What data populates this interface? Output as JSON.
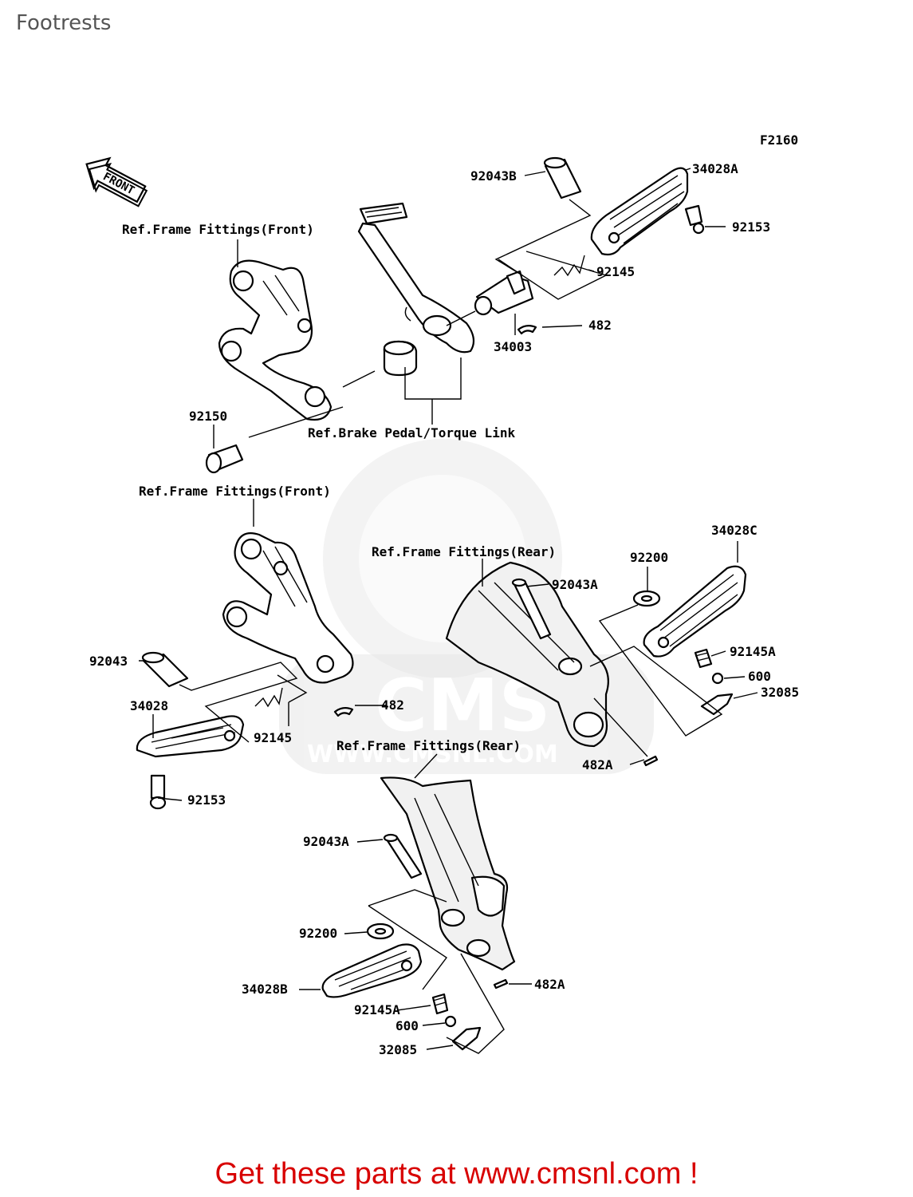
{
  "page": {
    "title": "Footrests"
  },
  "diagram": {
    "figure_code": "F2160",
    "front_arrow_label": "FRONT",
    "watermark": {
      "brand": "CMS",
      "url": "WWW.CMSNL.COM"
    },
    "labels": [
      {
        "id": "ref-front-top",
        "text": "Ref.Frame Fittings(Front)"
      },
      {
        "id": "ref-brake",
        "text": "Ref.Brake Pedal/Torque Link"
      },
      {
        "id": "ref-front-mid",
        "text": "Ref.Frame Fittings(Front)"
      },
      {
        "id": "ref-rear-mid",
        "text": "Ref.Frame Fittings(Rear)"
      },
      {
        "id": "ref-rear-low",
        "text": "Ref.Frame Fittings(Rear)"
      },
      {
        "id": "p92043B",
        "text": "92043B"
      },
      {
        "id": "p34028A",
        "text": "34028A"
      },
      {
        "id": "p92153-top",
        "text": "92153"
      },
      {
        "id": "p92145-top",
        "text": "92145"
      },
      {
        "id": "p482-top",
        "text": "482"
      },
      {
        "id": "p34003",
        "text": "34003"
      },
      {
        "id": "p92150",
        "text": "92150"
      },
      {
        "id": "p34028C",
        "text": "34028C"
      },
      {
        "id": "p92200-right",
        "text": "92200"
      },
      {
        "id": "p92043A-right",
        "text": "92043A"
      },
      {
        "id": "p92145A-right",
        "text": "92145A"
      },
      {
        "id": "p600-right",
        "text": "600"
      },
      {
        "id": "p32085-right",
        "text": "32085"
      },
      {
        "id": "p482A-right",
        "text": "482A"
      },
      {
        "id": "p92043",
        "text": "92043"
      },
      {
        "id": "p34028",
        "text": "34028"
      },
      {
        "id": "p92145-left",
        "text": "92145"
      },
      {
        "id": "p482-left",
        "text": "482"
      },
      {
        "id": "p92153-left",
        "text": "92153"
      },
      {
        "id": "p92043A-low",
        "text": "92043A"
      },
      {
        "id": "p92200-low",
        "text": "92200"
      },
      {
        "id": "p34028B",
        "text": "34028B"
      },
      {
        "id": "p482A-low",
        "text": "482A"
      },
      {
        "id": "p92145A-low",
        "text": "92145A"
      },
      {
        "id": "p600-low",
        "text": "600"
      },
      {
        "id": "p32085-low",
        "text": "32085"
      }
    ]
  },
  "footer": {
    "cta": "Get these parts at www.cmsnl.com !"
  }
}
